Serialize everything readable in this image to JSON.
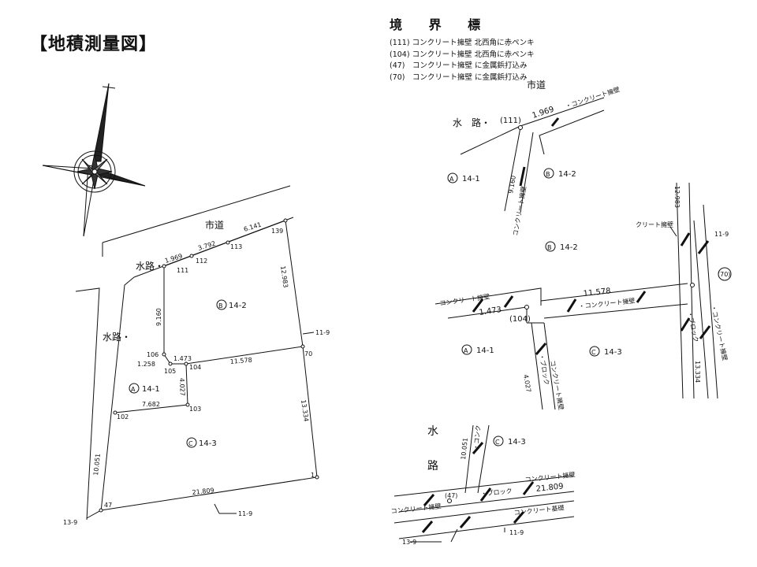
{
  "title": "【地積測量図】",
  "legend": {
    "heading": "境 界 標",
    "items": [
      "(111) コンクリート擁壁 北西角に赤ペンキ",
      "(104) コンクリート擁壁 北西角に赤ペンキ",
      "(47)　コンクリート擁壁 に金属鋲打込み",
      "(70)　コンクリート擁壁 に金属鋲打込み"
    ]
  },
  "left_map": {
    "road_city": "市道",
    "road_water_top": "水路・",
    "road_water_side": "水路・",
    "parcels": {
      "b": "14-2",
      "a": "14-1",
      "c": "14-3",
      "b_sym": "B",
      "a_sym": "A",
      "c_sym": "C"
    },
    "points": {
      "p139": "139",
      "p113": "113",
      "p112": "112",
      "p111": "111",
      "p106": "106",
      "p105": "105",
      "p104": "104",
      "p103": "103",
      "p102": "102",
      "p70": "70",
      "p47": "47",
      "p1": "1"
    },
    "dims": {
      "d6141": "6.141",
      "d3792": "3.792",
      "d1969": "1.969",
      "d9160": "9.160",
      "d12983": "12.983",
      "d1473": "1.473",
      "d1258": "1.258",
      "d11578": "11.578",
      "d4027": "4.027",
      "d7682": "7.682",
      "d13334": "13.334",
      "d10051": "10.051",
      "d21809": "21.809"
    },
    "refs": {
      "r119a": "11-9",
      "r119b": "11-9",
      "r139": "13-9"
    }
  },
  "detail_top": {
    "road_city": "市道",
    "water": "水　路・",
    "pt": "(111)",
    "dim1": "1.969",
    "dim2": "9.160",
    "wall": "・コンクリート擁壁",
    "wall_v": "コンクリート擁壁",
    "parcel_a": "14-1",
    "parcel_b": "14-2",
    "sym_a": "A",
    "sym_b": "B"
  },
  "detail_mid": {
    "parcel_b2": "14-2",
    "sym_b2": "B",
    "parcel_a": "14-1",
    "sym_a": "A",
    "parcel_c": "14-3",
    "sym_c": "C",
    "wall_left": "コンクリート擁壁",
    "dim1473": "1.473",
    "pt104": "(104)",
    "dim11578": "11.578",
    "wall_mid": "・コンクリート擁壁",
    "dim4027": "4.027",
    "block_v": "・ブロック",
    "wall_v2": "コンクリート擁壁",
    "wall_right": "クリート擁壁",
    "dim12983": "12.983",
    "ref119": "11-9",
    "pt70": "(70)",
    "wall_v3": "・コンクリート擁壁",
    "block_v2": "・ブロック",
    "dim13334": "13.334"
  },
  "detail_bot": {
    "water1": "水",
    "water2": "路",
    "dim10051": "10.051",
    "konku": "・コンク",
    "parcel_c": "14-3",
    "sym_c": "C",
    "wall_top": "コンクリート擁壁",
    "block": "・ブロック",
    "dim21809": "21.809",
    "pt47": "(47)",
    "wall_left": "コンクリート擁壁",
    "found": "コンクリート基礎",
    "ref139": "13-9",
    "ref119": "11-9"
  }
}
